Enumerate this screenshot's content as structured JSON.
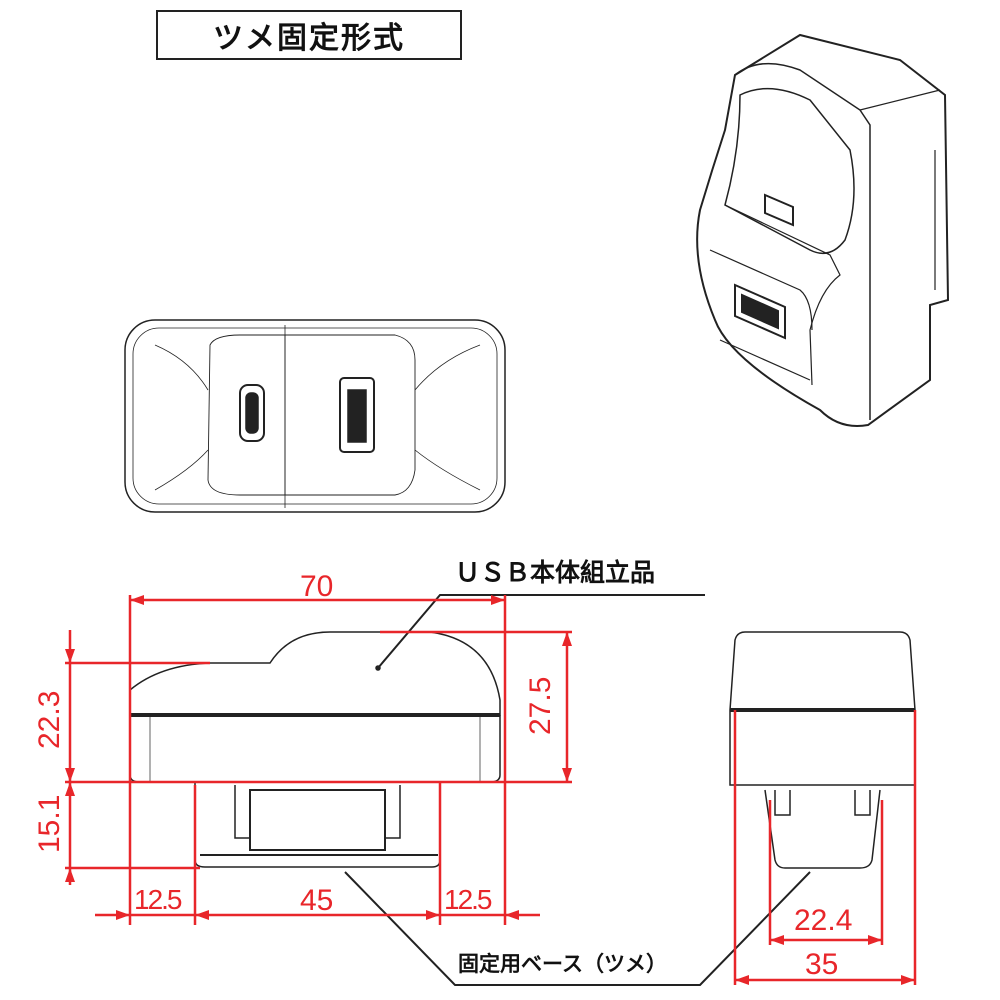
{
  "title": "ツメ固定形式",
  "callouts": {
    "usb_body": "ＵＳＢ本体組立品",
    "fixing_base": "固定用ベース（ツメ）"
  },
  "dimensions": {
    "width_total": "70",
    "height_body": "22.3",
    "height_total": "27.5",
    "height_base": "15.1",
    "offset_left": "12.5",
    "base_width": "45",
    "offset_right": "12.5",
    "side_base_width": "22.4",
    "side_width": "35"
  },
  "colors": {
    "dimension": "#e8262a",
    "line": "#222222"
  }
}
